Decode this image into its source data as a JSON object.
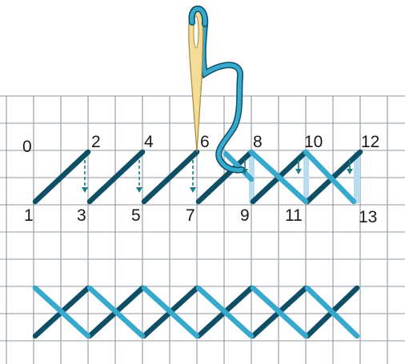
{
  "labels": {
    "n0": "0",
    "n1": "1",
    "n2": "2",
    "n3": "3",
    "n4": "4",
    "n5": "5",
    "n6": "6",
    "n7": "7",
    "n8": "8",
    "n9": "9",
    "n10": "10",
    "n11": "11",
    "n12": "12",
    "n13": "13"
  },
  "colors": {
    "grid": "#8d99a3",
    "dark_stitch": "#0f4f66",
    "light_stitch": "#36a9cd",
    "highlight": "#b7dcef",
    "needle": "#f3dc96",
    "needle_outline": "#a8893c",
    "arrow": "#1b7f86"
  },
  "icons": {
    "needle": "needle-icon",
    "thread": "thread-icon",
    "arrow": "down-arrow-icon"
  }
}
